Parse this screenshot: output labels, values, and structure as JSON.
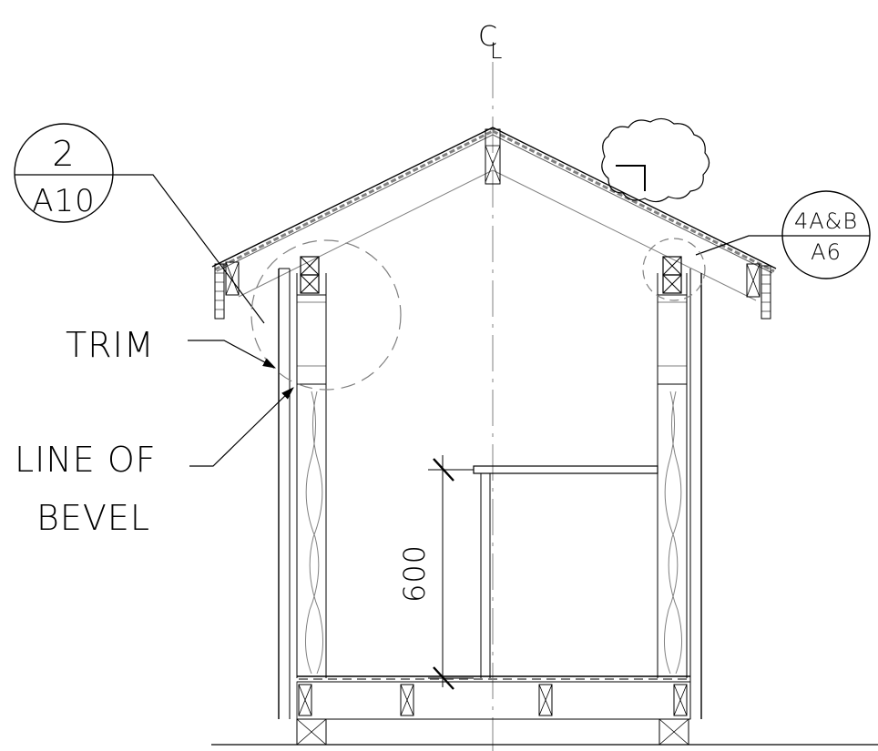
{
  "centerline": {
    "symbol_c": "C",
    "symbol_l": "L"
  },
  "callouts": {
    "detail_2": {
      "number": "2",
      "sheet": "A10"
    },
    "detail_4": {
      "number": "4A&B",
      "sheet": "A6"
    }
  },
  "labels": {
    "trim": "TRIM",
    "line_of_bevel_1": "LINE OF",
    "line_of_bevel_2": "BEVEL"
  },
  "dimension": {
    "value": "600"
  },
  "colors": {
    "ink": "#000000",
    "construction": "#808080",
    "light": "#a0a0a0"
  }
}
